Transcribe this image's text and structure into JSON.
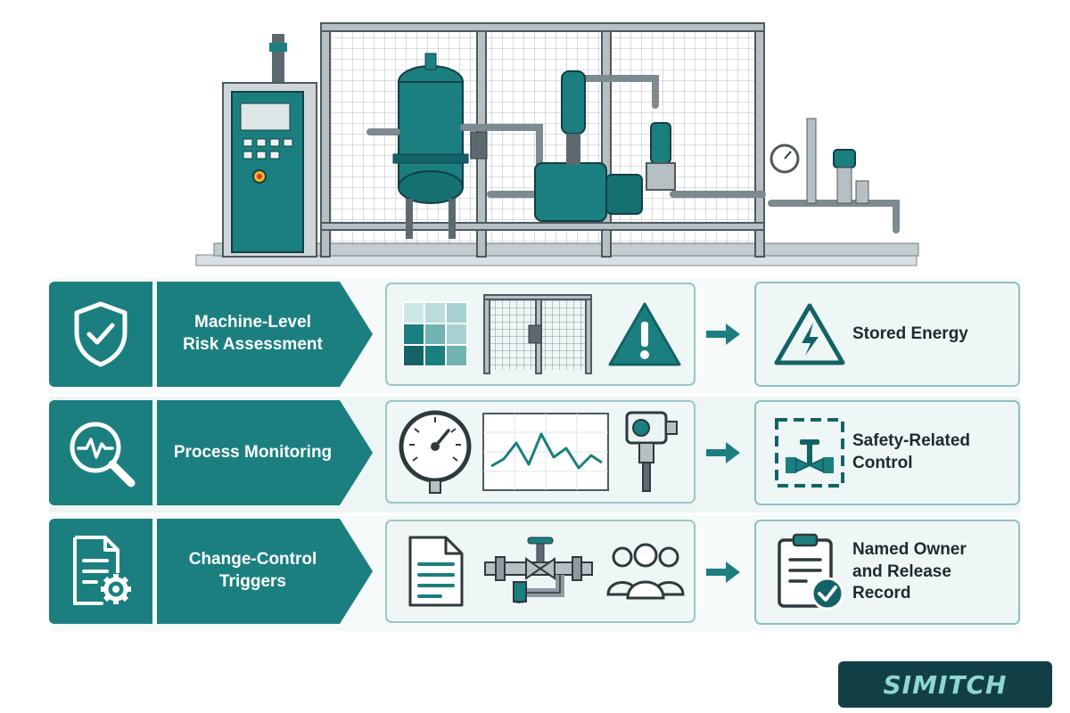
{
  "colors": {
    "teal": "#1b7f80",
    "teal_dark": "#136366",
    "panel_bg": "#eef6f6",
    "panel_border": "#9cc6c6",
    "text": "#1d2a2f",
    "brand_bg": "#123f45"
  },
  "hero": {
    "illustration": "fenced-process-skid-with-control-cabinet"
  },
  "rows": [
    {
      "label_line1": "Machine-Level",
      "label_line2": "Risk Assessment",
      "icon": "shield-check-icon",
      "panel_icons": [
        "risk-matrix-icon",
        "guard-fence-icon",
        "warning-triangle-icon"
      ],
      "outcome_line1": "Stored Energy",
      "outcome_line2": "",
      "outcome_icon": "high-voltage-warning-icon"
    },
    {
      "label_line1": "Process Monitoring",
      "label_line2": "",
      "icon": "magnifier-pulse-icon",
      "panel_icons": [
        "pressure-gauge-icon",
        "trend-chart-icon",
        "sensor-probe-icon"
      ],
      "outcome_line1": "Safety-Related",
      "outcome_line2": "Control",
      "outcome_icon": "valve-in-frame-icon"
    },
    {
      "label_line1": "Change-Control",
      "label_line2": "Triggers",
      "icon": "document-gear-icon",
      "panel_icons": [
        "document-icon",
        "valve-piping-icon",
        "people-group-icon"
      ],
      "outcome_line1": "Named Owner",
      "outcome_line2": "and Release Record",
      "outcome_icon": "clipboard-check-icon"
    }
  ],
  "brand": {
    "logo_text": "SIMITCH"
  }
}
